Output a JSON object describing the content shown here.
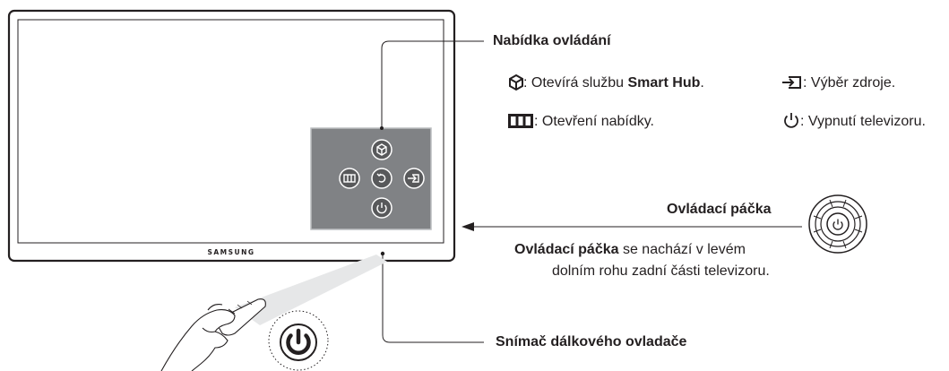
{
  "tv": {
    "brand": "SAMSUNG"
  },
  "control_menu": {
    "title": "Nabídka ovládání",
    "items": [
      {
        "icon": "smart-hub-icon",
        "sep": ":",
        "text_before": " Otevírá službu ",
        "text_bold": "Smart Hub",
        "text_after": "."
      },
      {
        "icon": "source-icon",
        "sep": ":",
        "text": " Výběr zdroje."
      },
      {
        "icon": "menu-icon",
        "sep": ":",
        "text": " Otevření nabídky."
      },
      {
        "icon": "power-icon",
        "sep": ":",
        "text": " Vypnutí televizoru."
      }
    ]
  },
  "controller": {
    "title": "Ovládací páčka",
    "desc_bold": "Ovládací páčka",
    "desc_line1": " se nachází v levém",
    "desc_line2": "dolním rohu zadní části televizoru."
  },
  "remote_sensor": {
    "title": "Snímač dálkového ovladače"
  },
  "colors": {
    "line": "#231f20",
    "panel": "#808285",
    "panel_border": "#bcbec0",
    "icon_circle": "#58595b"
  }
}
